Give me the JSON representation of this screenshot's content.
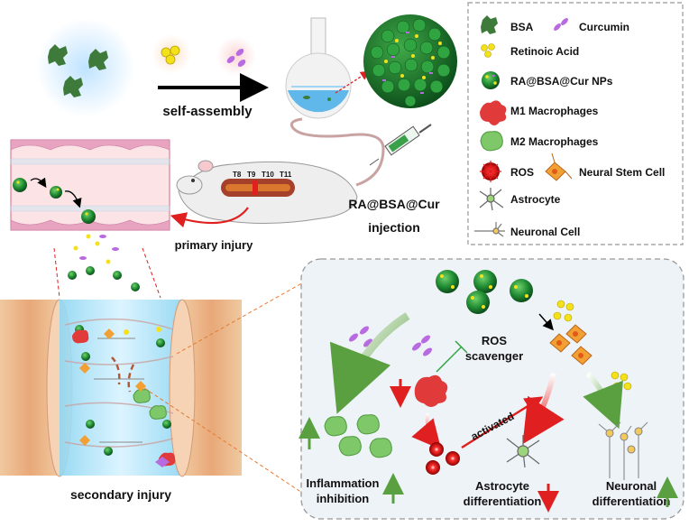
{
  "top": {
    "self_assembly_label": "self-assembly"
  },
  "legend": {
    "items": [
      {
        "label": "BSA",
        "icon": "bsa-icon"
      },
      {
        "label": "Curcumin",
        "icon": "curcumin-icon"
      },
      {
        "label": "Retinoic Acid",
        "icon": "retinoic-acid-icon"
      },
      {
        "label": "RA@BSA@Cur NPs",
        "icon": "nanoparticle-icon"
      },
      {
        "label": "M1 Macrophages",
        "icon": "m1-macrophage-icon"
      },
      {
        "label": "M2 Macrophages",
        "icon": "m2-macrophage-icon"
      },
      {
        "label": "ROS",
        "icon": "ros-icon"
      },
      {
        "label": "Neural Stem Cell",
        "icon": "neural-stem-cell-icon"
      },
      {
        "label": "Astrocyte",
        "icon": "astrocyte-icon"
      },
      {
        "label": "Neuronal Cell",
        "icon": "neuronal-cell-icon"
      }
    ]
  },
  "rat": {
    "vertebrae": [
      "T8",
      "T9",
      "T10",
      "T11"
    ],
    "injection_label_1": "RA@BSA@Cur",
    "injection_label_2": "injection"
  },
  "labels": {
    "primary_injury": "primary injury",
    "secondary_injury": "secondary injury"
  },
  "mechanism": {
    "ros_scavenger_1": "ROS",
    "ros_scavenger_2": "scavenger",
    "activated": "activated",
    "inflammation_1": "Inflammation",
    "inflammation_2": "inhibition",
    "astrocyte_1": "Astrocyte",
    "astrocyte_2": "differentiation",
    "neuronal_1": "Neuronal",
    "neuronal_2": "differentiation"
  },
  "colors": {
    "bsa_green": "#3e7a3a",
    "curcumin_purple": "#b86ae0",
    "retinoic_yellow": "#f3e11c",
    "np_green": "#2b8a3a",
    "m1_red": "#e03a3a",
    "m2_green": "#7ec86a",
    "ros_red": "#e01818",
    "arrow_red": "#e02020",
    "arrow_green": "#5aa040"
  }
}
